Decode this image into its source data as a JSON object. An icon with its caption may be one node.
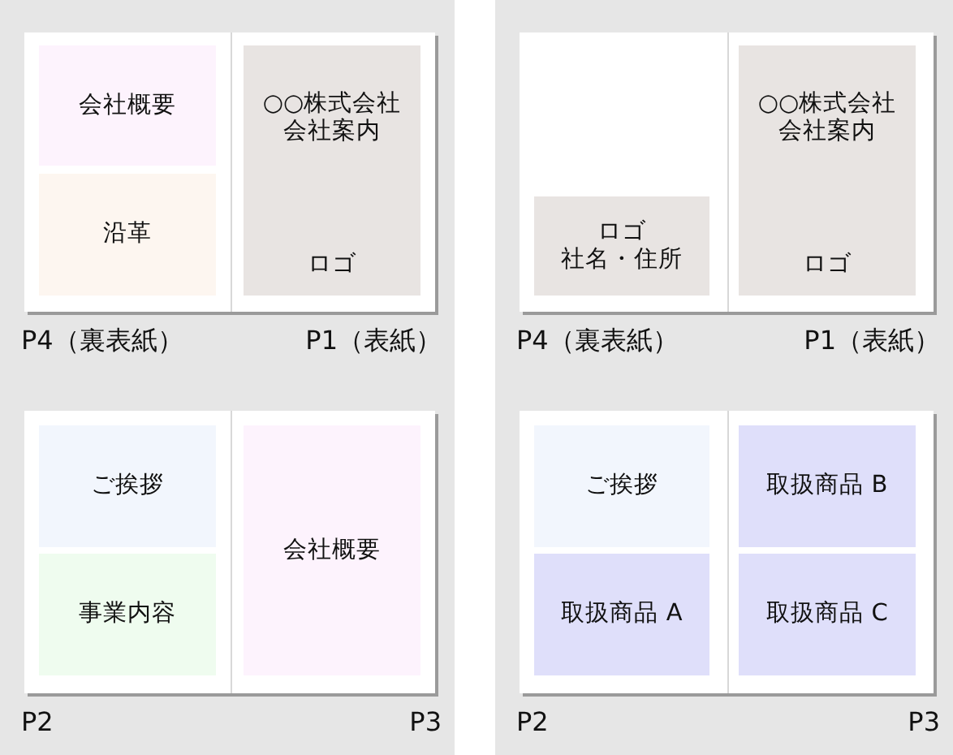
{
  "diagram": {
    "nodes": [
      {
        "text": [],
        "shape": "box",
        "beside": [
          "P4（裏表紙）",
          "P1（表紙）"
        ]
      },
      {
        "text": [
          "会社概要"
        ],
        "in": 0
      },
      {
        "text": [
          "沿革"
        ],
        "in": 0
      },
      {
        "text": [
          "○○株式会社",
          "会社案内",
          "ロゴ"
        ],
        "in": 0
      },
      {
        "text": [],
        "shape": "box",
        "beside": [
          "P4（裏表紙）",
          "P1（表紙）"
        ]
      },
      {
        "text": [
          "ロゴ",
          "社名・住所"
        ],
        "in": 4
      },
      {
        "text": [
          "○○株式会社",
          "会社案内",
          "ロゴ"
        ],
        "in": 4
      },
      {
        "text": [],
        "shape": "box",
        "beside": [
          "P2",
          "P3"
        ]
      },
      {
        "text": [
          "ご挨拶"
        ],
        "in": 7
      },
      {
        "text": [
          "事業内容"
        ],
        "in": 7
      },
      {
        "text": [
          "会社概要"
        ],
        "in": 7
      },
      {
        "text": [],
        "shape": "box",
        "beside": [
          "P2",
          "P3"
        ]
      },
      {
        "text": [
          "ご挨拶"
        ],
        "in": 11
      },
      {
        "text": [
          "取扱商品 A"
        ],
        "in": 11
      },
      {
        "text": [
          "取扱商品 B"
        ],
        "in": 11
      },
      {
        "text": [
          "取扱商品 C"
        ],
        "in": 11
      }
    ]
  }
}
